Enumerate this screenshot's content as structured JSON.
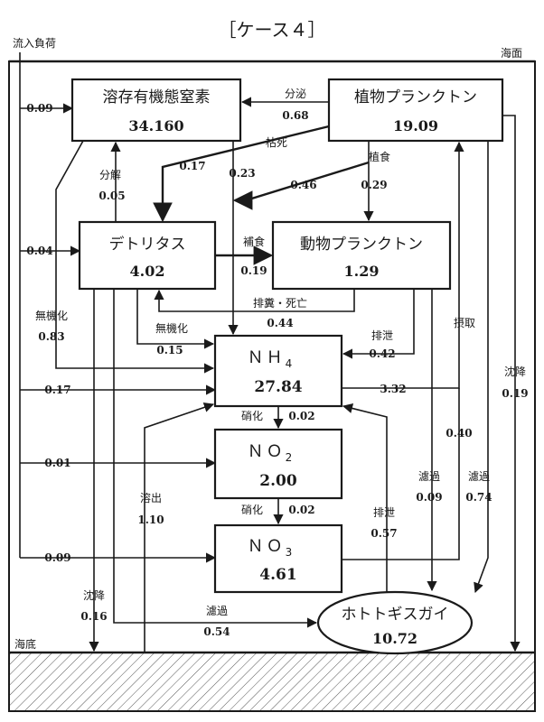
{
  "title": "［ケース４］",
  "labels": {
    "inflow": "流入負荷",
    "surface": "海面",
    "bottom": "海底"
  },
  "nodes": {
    "don": {
      "name": "溶存有機態窒素",
      "value": "34.160"
    },
    "phyto": {
      "name": "植物プランクトン",
      "value": "19.09"
    },
    "detritus": {
      "name": "デトリタス",
      "value": "4.02"
    },
    "zoo": {
      "name": "動物プランクトン",
      "value": "1.29"
    },
    "nh4": {
      "name": "ＮＨ",
      "sub": "4",
      "value": "27.84"
    },
    "no2": {
      "name": "ＮＯ",
      "sub": "2",
      "value": "2.00"
    },
    "no3": {
      "name": "ＮＯ",
      "sub": "3",
      "value": "4.61"
    },
    "clam": {
      "name": "ホトトギスガイ",
      "value": "10.72"
    }
  },
  "flows": {
    "excretion_label": "分泌",
    "excretion_value": "0.68",
    "death_label": "枯死",
    "death_value": "0.17",
    "phyto_nh4_value": "0.23",
    "grazing_label": "植食",
    "grazing_value_a": "0.46",
    "grazing_value_b": "0.29",
    "decomp_label": "分解",
    "decomp_value": "0.05",
    "predation_label": "補食",
    "predation_value": "0.19",
    "egest_label": "排糞・死亡",
    "egest_value": "0.44",
    "mineral_label_1": "無機化",
    "mineral_value_1": "0.83",
    "mineral_label_2": "無機化",
    "mineral_value_2": "0.15",
    "zoo_excr_label": "排泄",
    "zoo_excr_value": "0.42",
    "uptake_label": "摂取",
    "uptake_value_nh4": "3.32",
    "uptake_value_no3": "0.40",
    "sink_phyto_label": "沈降",
    "sink_phyto_value": "0.19",
    "nitr_label_1": "硝化",
    "nitr_value_1": "0.02",
    "nitr_label_2": "硝化",
    "nitr_value_2": "0.02",
    "filt_zoo_label": "濾過",
    "filt_zoo_value": "0.09",
    "filt_phyto_label": "濾過",
    "filt_phyto_value": "0.74",
    "clam_excr_label": "排泄",
    "clam_excr_value": "0.57",
    "release_label": "溶出",
    "release_value": "1.10",
    "sink_det_label": "沈降",
    "sink_det_value": "0.16",
    "filt_det_label": "濾過",
    "filt_det_value": "0.54",
    "in_don": "0.09",
    "in_det": "0.04",
    "in_nh4": "0.17",
    "in_no2": "0.01",
    "in_no3": "0.09"
  }
}
